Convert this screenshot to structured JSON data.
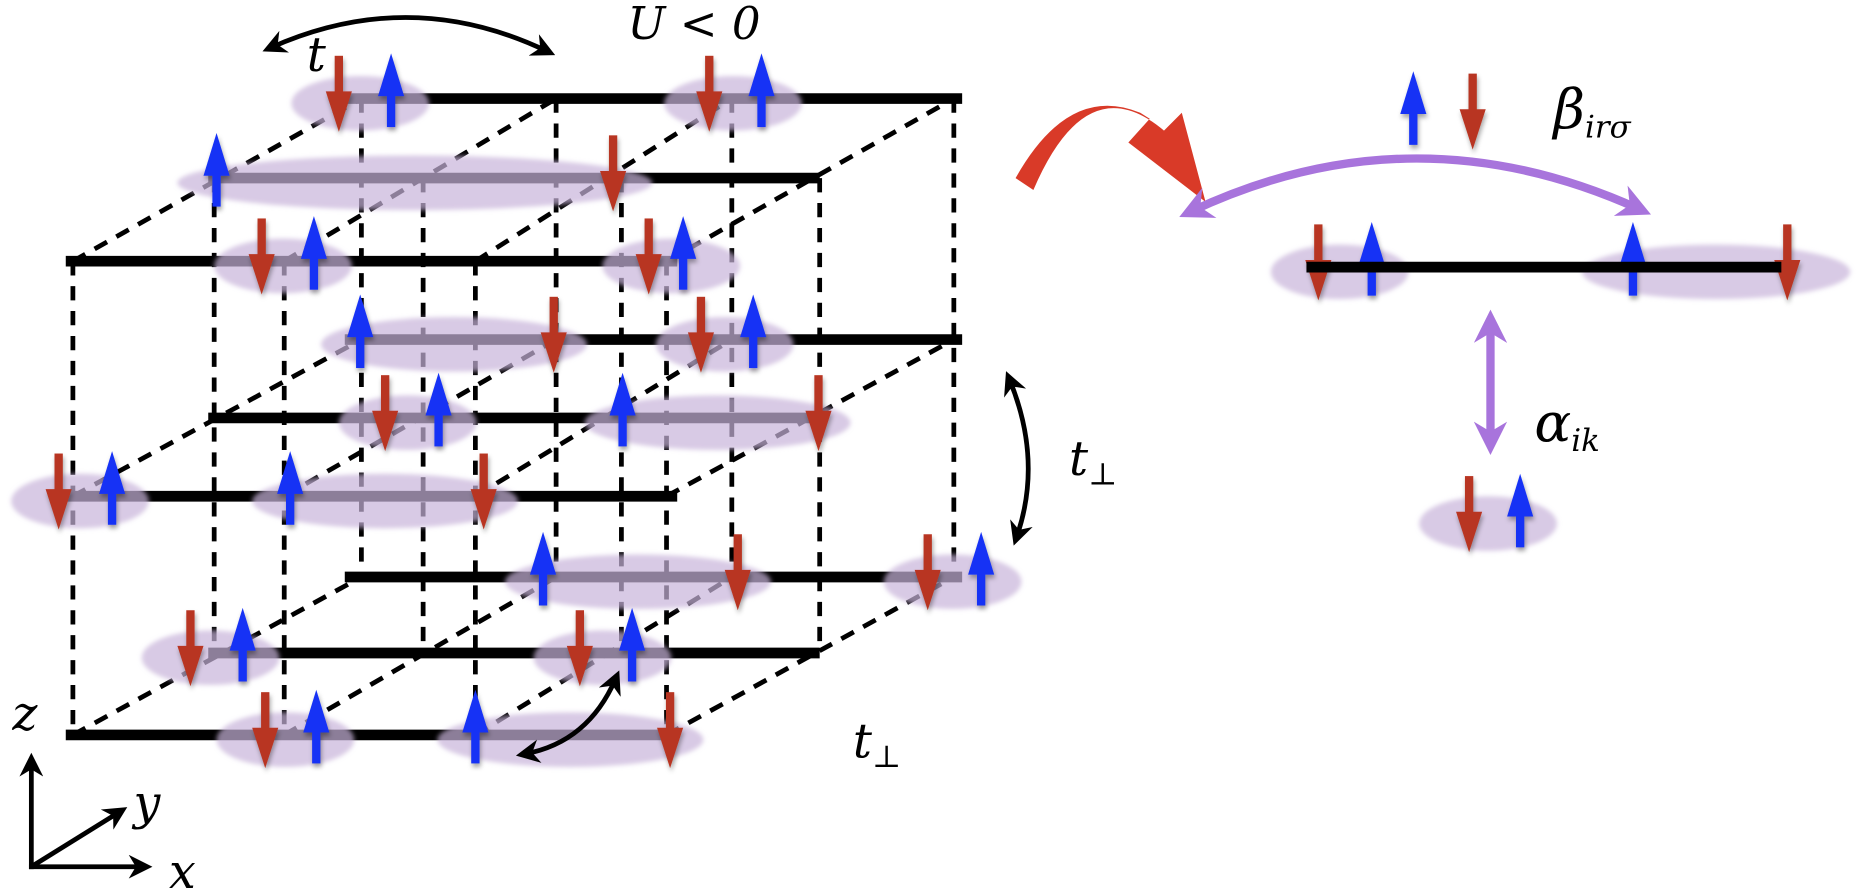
{
  "labels": {
    "hopping": "t",
    "interaction": "U < 0",
    "perp_hopping_right": "t",
    "perp_hopping_right_sub": "⊥",
    "perp_hopping_bottom": "t",
    "perp_hopping_bottom_sub": "⊥",
    "axis_z": "z",
    "axis_y": "y",
    "axis_x": "x",
    "beta": "β",
    "beta_sub": "irσ",
    "alpha": "α",
    "alpha_sub": "ik"
  },
  "colors": {
    "spin_up": "#1530f5",
    "spin_down": "#b83520",
    "pair_cloud": "#c7b4da",
    "transform_arrow": "#d93a28",
    "coupling_arrow": "#a874dc",
    "lattice": "#000000"
  }
}
